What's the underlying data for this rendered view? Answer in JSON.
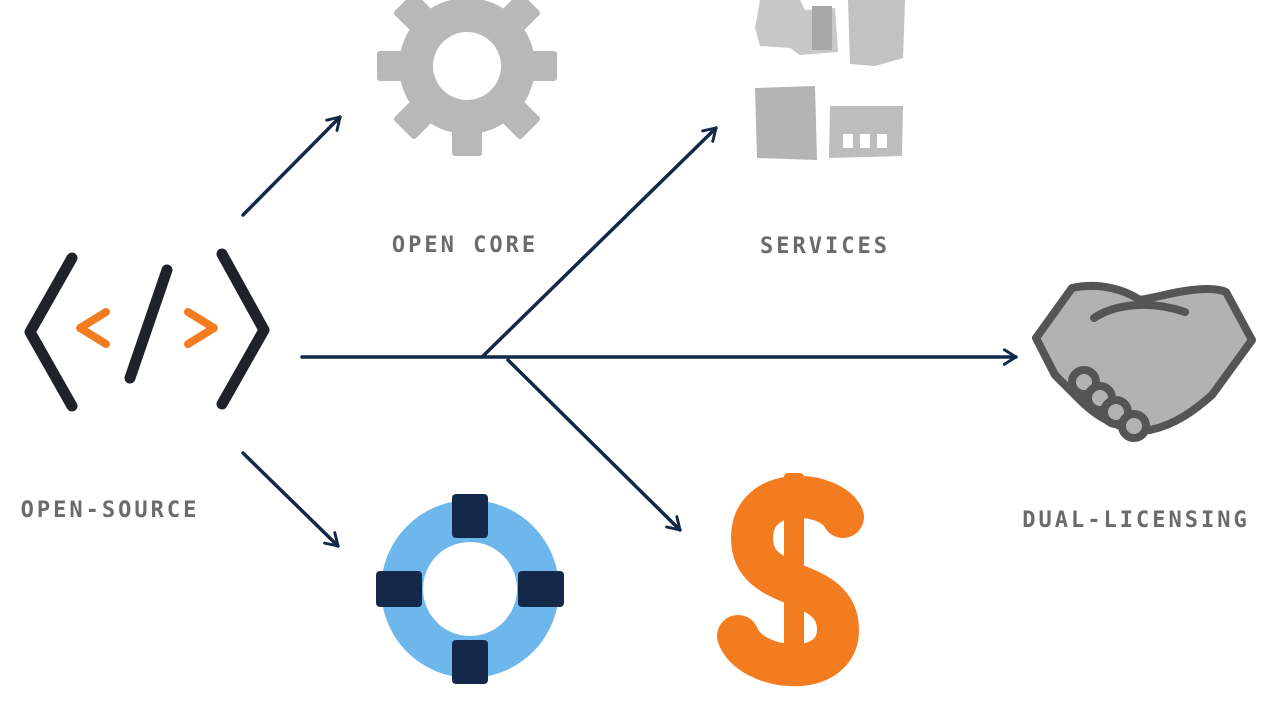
{
  "diagram": {
    "nodes": {
      "open_source": {
        "label": "OPEN-SOURCE",
        "icon": "code-brackets-icon"
      },
      "open_core": {
        "label": "OPEN CORE",
        "icon": "gear-icon"
      },
      "services": {
        "label": "SERVICES",
        "icon": "services-boxes-icon"
      },
      "dual_licensing": {
        "label": "DUAL-LICENSING",
        "icon": "handshake-icon"
      },
      "support": {
        "icon": "lifebuoy-icon"
      },
      "paid": {
        "icon": "dollar-icon"
      }
    },
    "colors": {
      "arrow": "#14294a",
      "code_dark": "#1f2329",
      "code_accent": "#f47c20",
      "icon_gray": "#b8b8b8",
      "icon_outline": "#555555",
      "lifebuoy_ring": "#6db7ec",
      "lifebuoy_band": "#14294a",
      "dollar": "#f47c20",
      "label_text": "#6b6b6b"
    }
  }
}
